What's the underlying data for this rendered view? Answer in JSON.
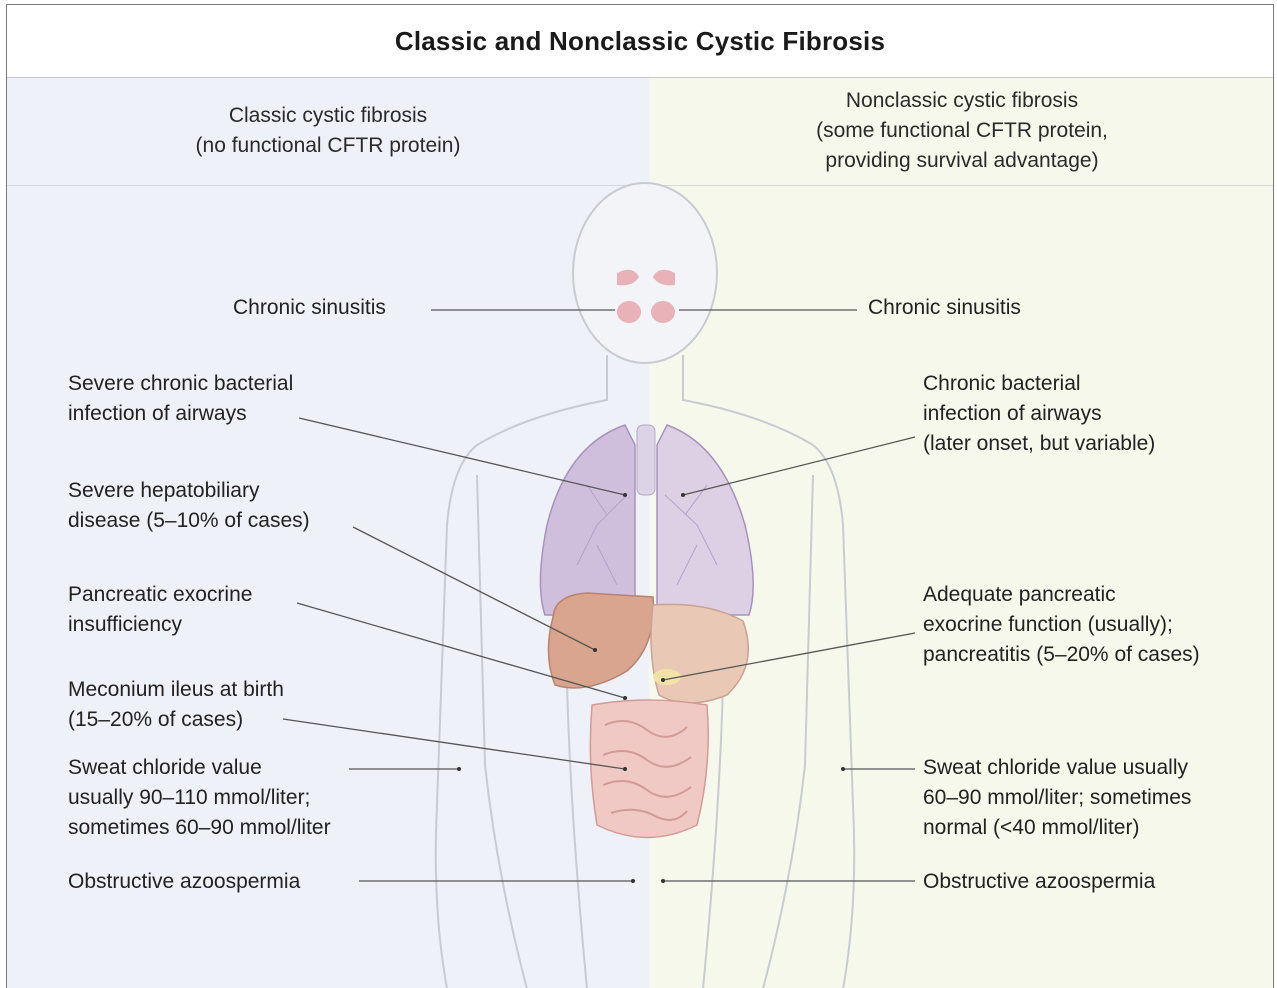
{
  "title": "Classic and Nonclassic Cystic Fibrosis",
  "columns": {
    "classic": {
      "heading_line1": "Classic cystic fibrosis",
      "heading_line2": "(no functional CFTR protein)"
    },
    "nonclassic": {
      "heading_line1": "Nonclassic cystic fibrosis",
      "heading_line2": "(some functional CFTR protein,",
      "heading_line3": "providing survival advantage)"
    }
  },
  "left_labels": {
    "sinusitis": [
      "Chronic sinusitis"
    ],
    "airways": [
      "Severe chronic bacterial",
      "infection of airways"
    ],
    "hepatobiliary": [
      "Severe hepatobiliary",
      "disease (5–10% of cases)"
    ],
    "pancreas": [
      "Pancreatic exocrine",
      "insufficiency"
    ],
    "meconium": [
      "Meconium ileus at birth",
      "(15–20% of cases)"
    ],
    "sweat": [
      "Sweat chloride value",
      "usually 90–110 mmol/liter;",
      "sometimes 60–90 mmol/liter"
    ],
    "azoospermia": [
      "Obstructive azoospermia"
    ]
  },
  "right_labels": {
    "sinusitis": [
      "Chronic sinusitis"
    ],
    "airways": [
      "Chronic bacterial",
      "infection of airways",
      "(later onset, but variable)"
    ],
    "pancreas": [
      "Adequate pancreatic",
      "exocrine function (usually);",
      "pancreatitis (5–20% of cases)"
    ],
    "sweat": [
      "Sweat chloride value usually",
      "60–90 mmol/liter; sometimes",
      "normal (<40 mmol/liter)"
    ],
    "azoospermia": [
      "Obstructive azoospermia"
    ]
  },
  "colors": {
    "classic_bg": "#eef1f8",
    "nonclassic_bg": "#f6f8ec",
    "lung": "#cfbfdc",
    "liver": "#d9a58e",
    "intestine": "#f0c8c4",
    "sinus": "#e8aab2",
    "leader_line": "#555555"
  }
}
